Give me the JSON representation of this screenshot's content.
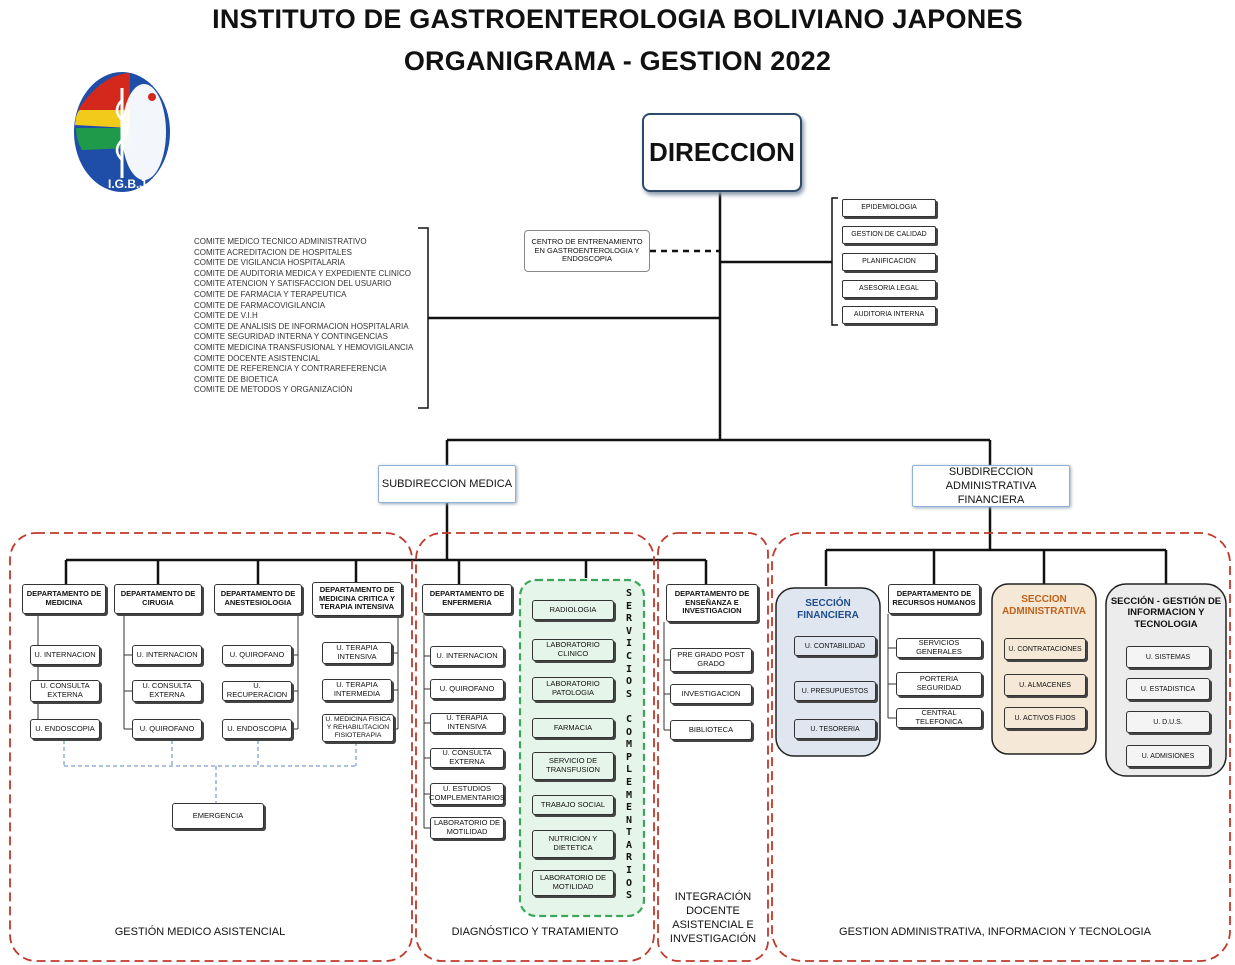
{
  "header": {
    "title_line1": "INSTITUTO DE GASTROENTEROLOGIA BOLIVIANO JAPONES",
    "title_line2": "ORGANIGRAMA - GESTION 2022",
    "logo_text": "I.G.B.J."
  },
  "direccion": "DIRECCION",
  "centro": "CENTRO DE ENTRENAMIENTO EN GASTROENTEROLOGIA Y ENDOSCOPIA",
  "staff_units": [
    "EPIDEMIOLOGIA",
    "GESTION DE CALIDAD",
    "PLANIFICACION",
    "ASESORIA LEGAL",
    "AUDITORIA INTERNA"
  ],
  "comites": [
    "COMITE MEDICO TECNICO ADMINISTRATIVO",
    "COMITE ACREDITACION DE HOSPITALES",
    "COMITE DE VIGILANCIA HOSPITALARIA",
    "COMITE DE AUDITORIA MEDICA Y EXPEDIENTE CLINICO",
    "COMITE ATENCION Y SATISFACCION DEL USUARIO",
    "COMITE DE FARMACIA Y TERAPEUTICA",
    "COMITE DE FARMACOVIGILANCIA",
    "COMITE DE V.I.H",
    "COMITE DE ANALISIS DE INFORMACION HOSPITALARIA",
    "COMITE SEGURIDAD INTERNA Y CONTINGENCIAS",
    "COMITE MEDICINA TRANSFUSIONAL Y HEMOVIGILANCIA",
    "COMITE DOCENTE ASISTENCIAL",
    "COMITE DE REFERENCIA Y CONTRAREFERENCIA",
    "COMITE DE BIOETICA",
    "COMITE DE METODOS Y ORGANIZACIÓN"
  ],
  "subdirecciones": {
    "medica": "SUBDIRECCION MEDICA",
    "administrativa_line1": "SUBDIRECCION",
    "administrativa_line2": "ADMINISTRATIVA FINANCIERA"
  },
  "gestion_medica": {
    "label": "GESTIÓN MEDICO ASISTENCIAL",
    "departments": [
      {
        "name": "DEPARTAMENTO DE MEDICINA",
        "units": [
          "U. INTERNACION",
          "U. CONSULTA EXTERNA",
          "U. ENDOSCOPIA"
        ]
      },
      {
        "name": "DEPARTAMENTO DE CIRUGIA",
        "units": [
          "U. INTERNACION",
          "U. CONSULTA EXTERNA",
          "U. QUIROFANO"
        ]
      },
      {
        "name": "DEPARTAMENTO DE ANESTESIOLOGIA",
        "units": [
          "U. QUIROFANO",
          "U. RECUPERACION",
          "U. ENDOSCOPIA"
        ]
      },
      {
        "name": "DEPARTAMENTO DE MEDICINA CRITICA Y TERAPIA INTENSIVA",
        "units": [
          "U. TERAPIA INTENSIVA",
          "U. TERAPIA INTERMEDIA",
          "U. MEDICINA FISICA Y REHABILITACION FISIOTERAPIA"
        ]
      }
    ],
    "emergencia": "EMERGENCIA"
  },
  "diagnostico": {
    "label": "DIAGNÓSTICO Y TRATAMIENTO",
    "enfermeria": {
      "name": "DEPARTAMENTO DE ENFERMERIA",
      "units": [
        "U. INTERNACION",
        "U. QUIROFANO",
        "U. TERAPIA INTENSIVA",
        "U. CONSULTA EXTERNA",
        "U. ESTUDIOS COMPLEMENTARIOS",
        "LABORATORIO DE MOTILIDAD"
      ]
    },
    "complementarios_letters": "SERVICIOS COMPLEMENTARIOS",
    "complementarios": [
      "RADIOLOGIA",
      "LABORATORIO CLINICO",
      "LABORATORIO PATOLOGIA",
      "FARMACIA",
      "SERVICIO DE TRANSFUSION",
      "TRABAJO SOCIAL",
      "NUTRICION Y DIETETICA",
      "LABORATORIO DE MOTILIDAD"
    ]
  },
  "docencia": {
    "label_line1": "INTEGRACIÓN",
    "label_line2": "DOCENTE",
    "label_line3": "ASISTENCIAL E",
    "label_line4": "INVESTIGACIÓN",
    "dept": "DEPARTAMENTO DE ENSEÑANZA E INVESTIGACION",
    "units": [
      "PRE GRADO POST GRADO",
      "INVESTIGACION",
      "BIBLIOTECA"
    ]
  },
  "gestion_admin": {
    "label": "GESTION ADMINISTRATIVA, INFORMACION Y TECNOLOGIA",
    "financiera": {
      "name": "SECCIÓN FINANCIERA",
      "units": [
        "U. CONTABILIDAD",
        "U. PRESUPUESTOS",
        "U. TESORERIA"
      ]
    },
    "rrhh": {
      "name": "DEPARTAMENTO DE RECURSOS HUMANOS",
      "units": [
        "SERVICIOS GENERALES",
        "PORTERIA SEGURIDAD",
        "CENTRAL TELEFONICA"
      ]
    },
    "administrativa": {
      "name": "SECCION ADMINISTRATIVA",
      "units": [
        "U. CONTRATACIONES",
        "U. ALMACENES",
        "U. ACTIVOS FIJOS"
      ]
    },
    "informacion": {
      "name": "SECCIÓN - GESTIÓN DE INFORMACION Y TECNOLOGIA",
      "units": [
        "U. SISTEMAS",
        "U. ESTADISTICA",
        "U. D.U.S.",
        "U. ADMISIONES"
      ]
    }
  },
  "colors": {
    "region_border": "#c0392b",
    "complement_border": "#3aa65a",
    "complement_fill": "#e6f5e9",
    "financiera_fill": "#dfe6ef",
    "financiera_title": "#1f4e8c",
    "administrativa_fill": "#f6e8d6",
    "administrativa_title": "#c0621a",
    "direccion_border": "#2e4a6b"
  }
}
